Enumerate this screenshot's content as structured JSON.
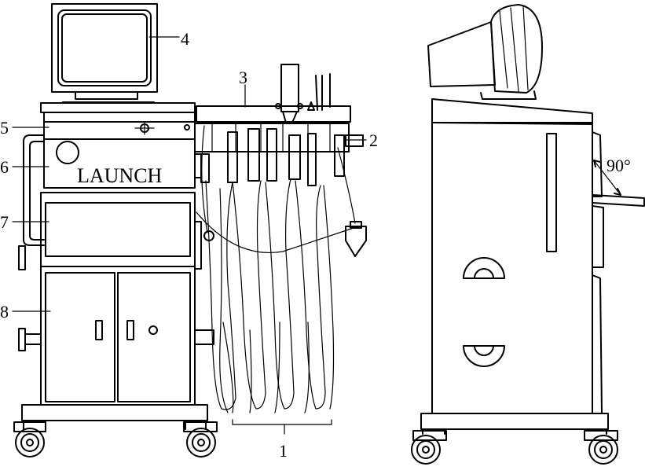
{
  "figure": {
    "brand_text": "LAUNCH",
    "angle_text": "90°",
    "callouts": [
      {
        "id": "1",
        "label": "1"
      },
      {
        "id": "2",
        "label": "2"
      },
      {
        "id": "3",
        "label": "3"
      },
      {
        "id": "4",
        "label": "4"
      },
      {
        "id": "5",
        "label": "5"
      },
      {
        "id": "6",
        "label": "6"
      },
      {
        "id": "7",
        "label": "7"
      },
      {
        "id": "8",
        "label": "8"
      }
    ]
  },
  "style": {
    "line_color": "#000000",
    "background": "#ffffff"
  }
}
